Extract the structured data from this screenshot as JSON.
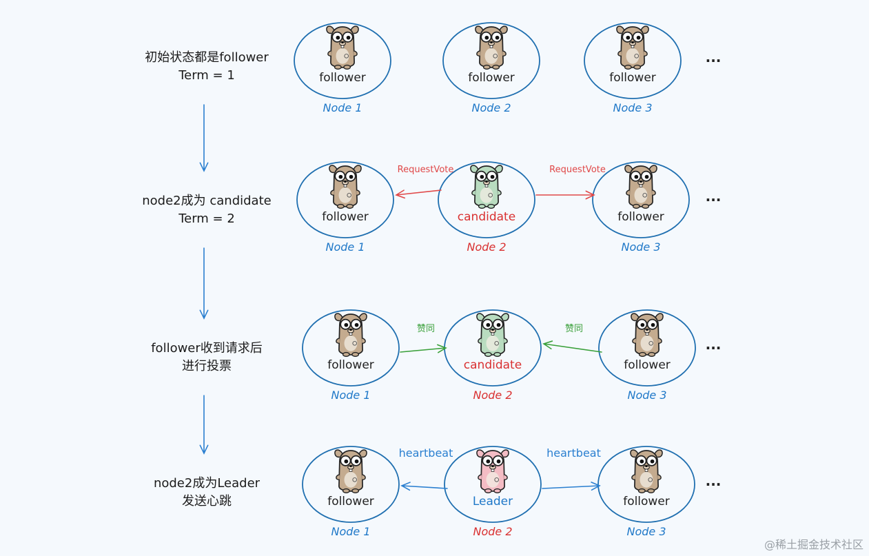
{
  "steps": [
    {
      "label_lines": [
        "初始状态都是follower",
        "Term = 1"
      ],
      "nodes": [
        {
          "role": "follower",
          "name": "Node 1",
          "gopher": "brown"
        },
        {
          "role": "follower",
          "name": "Node 2",
          "gopher": "brown"
        },
        {
          "role": "follower",
          "name": "Node 3",
          "gopher": "brown"
        }
      ],
      "messages": []
    },
    {
      "label_lines": [
        "node2成为 candidate",
        "Term = 2"
      ],
      "nodes": [
        {
          "role": "follower",
          "name": "Node 1",
          "gopher": "brown"
        },
        {
          "role": "candidate",
          "name": "Node 2",
          "gopher": "green"
        },
        {
          "role": "follower",
          "name": "Node 3",
          "gopher": "brown"
        }
      ],
      "messages": [
        {
          "text": "RequestVote",
          "direction": "left"
        },
        {
          "text": "RequestVote",
          "direction": "right"
        }
      ]
    },
    {
      "label_lines": [
        "follower收到请求后",
        "进行投票"
      ],
      "nodes": [
        {
          "role": "follower",
          "name": "Node 1",
          "gopher": "brown"
        },
        {
          "role": "candidate",
          "name": "Node 2",
          "gopher": "green"
        },
        {
          "role": "follower",
          "name": "Node 3",
          "gopher": "brown"
        }
      ],
      "messages": [
        {
          "text": "赞同",
          "direction": "right"
        },
        {
          "text": "赞同",
          "direction": "left"
        }
      ]
    },
    {
      "label_lines": [
        "node2成为Leader",
        "发送心跳"
      ],
      "nodes": [
        {
          "role": "follower",
          "name": "Node 1",
          "gopher": "brown"
        },
        {
          "role": "Leader",
          "name": "Node 2",
          "gopher": "pink"
        },
        {
          "role": "follower",
          "name": "Node 3",
          "gopher": "brown"
        }
      ],
      "messages": [
        {
          "text": "heartbeat",
          "direction": "left"
        },
        {
          "text": "heartbeat",
          "direction": "right"
        }
      ]
    }
  ],
  "ellipsis": "...",
  "watermark": "@稀土掘金技术社区",
  "colors": {
    "ellipse": "#1f6fb0",
    "node_name": "#1f78c8",
    "node2_name_red": "#d93030",
    "candidate_text": "#d93030",
    "leader_text": "#1f78c8",
    "follower_text": "#222222",
    "request_vote": "#e04848",
    "vote": "#3aa03a",
    "heartbeat": "#2a7fd0",
    "flow_arrow": "#2a7fd0",
    "gopher_brown": "#c4ab8f",
    "gopher_green": "#b9dcc0",
    "gopher_pink": "#f4bcc4"
  }
}
